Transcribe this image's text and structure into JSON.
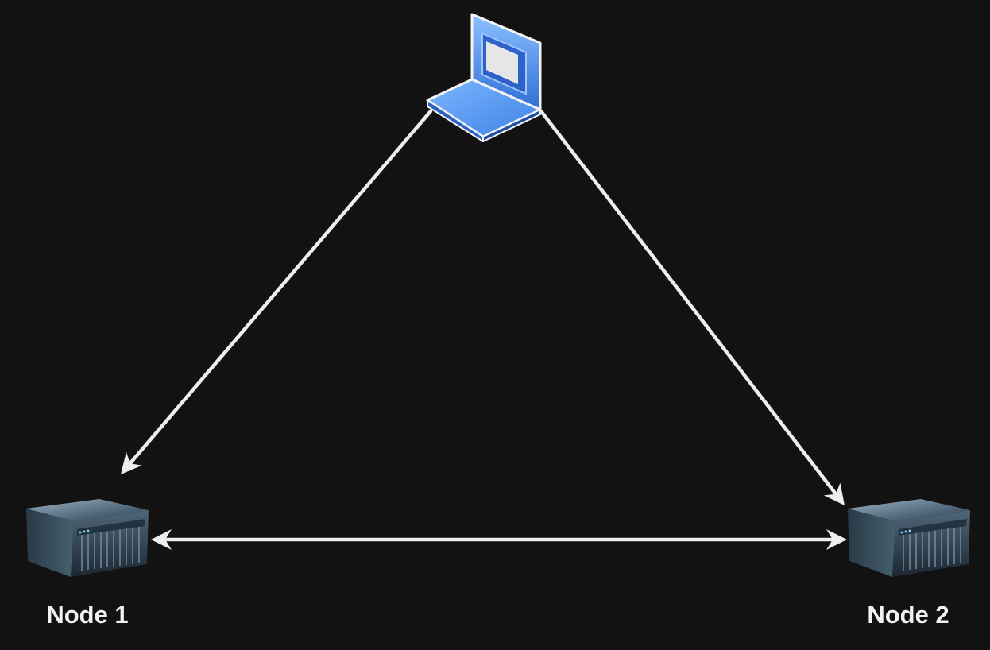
{
  "diagram": {
    "nodes": [
      {
        "id": "client",
        "icon": "laptop-icon",
        "label": ""
      },
      {
        "id": "node1",
        "icon": "server-icon",
        "label": "Node 1"
      },
      {
        "id": "node2",
        "icon": "server-icon",
        "label": "Node 2"
      }
    ],
    "edges": [
      {
        "from": "client",
        "to": "node1",
        "direction": "forward"
      },
      {
        "from": "client",
        "to": "node2",
        "direction": "forward"
      },
      {
        "from": "node1",
        "to": "node2",
        "direction": "both"
      }
    ]
  },
  "colors": {
    "background": "#121212",
    "edge": "#eeeeee",
    "label": "#f2f2f2",
    "laptop_blue": "#4a8ee8"
  }
}
